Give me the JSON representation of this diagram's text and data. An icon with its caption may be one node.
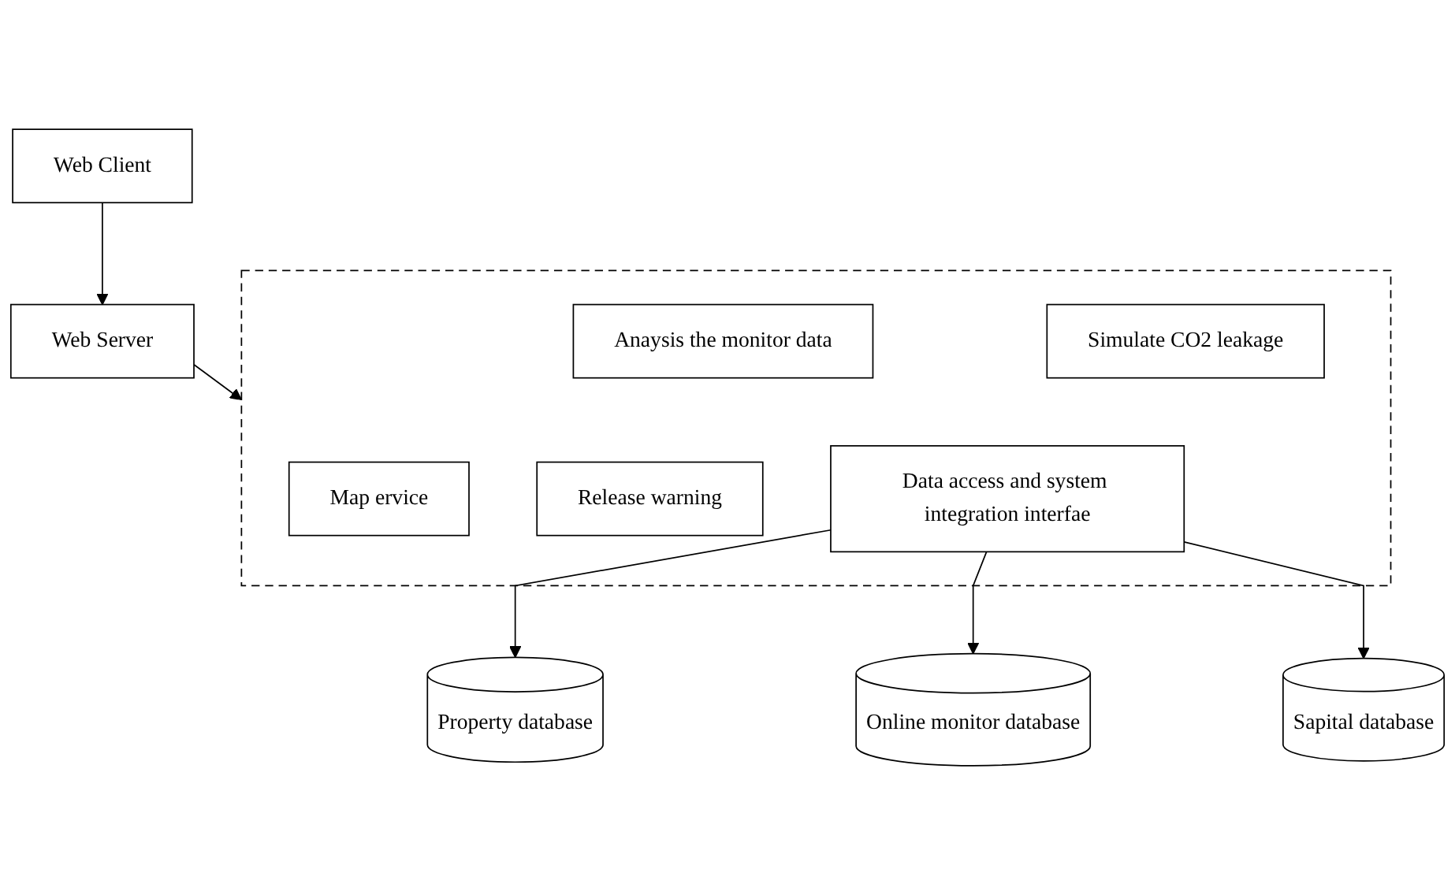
{
  "diagram": {
    "nodes": [
      {
        "text": [
          "Web Client"
        ]
      },
      {
        "text": [
          "Web Server"
        ]
      },
      {
        "text": [],
        "shape": "box"
      },
      {
        "text": [
          "Map ervice"
        ],
        "in": 2
      },
      {
        "text": [
          "Anaysis the monitor data"
        ],
        "in": 2
      },
      {
        "text": [
          "Simulate CO2 leakage"
        ],
        "in": 2
      },
      {
        "text": [
          "Release warning"
        ],
        "in": 2
      },
      {
        "text": [
          "Data access and system integration interfae"
        ],
        "in": 2
      },
      {
        "text": [
          "Property database"
        ]
      },
      {
        "text": [
          "Online monitor database"
        ]
      },
      {
        "text": [
          "Sapital database"
        ]
      }
    ],
    "edges": [
      {
        "from": 0,
        "to": 1,
        "arrow": "to"
      },
      {
        "from": 1,
        "to": 2,
        "arrow": "to"
      },
      {
        "from": 7,
        "to": 8,
        "arrow": "to"
      },
      {
        "from": 7,
        "to": 9,
        "arrow": "to"
      },
      {
        "from": 7,
        "to": 10,
        "arrow": "to"
      }
    ]
  }
}
